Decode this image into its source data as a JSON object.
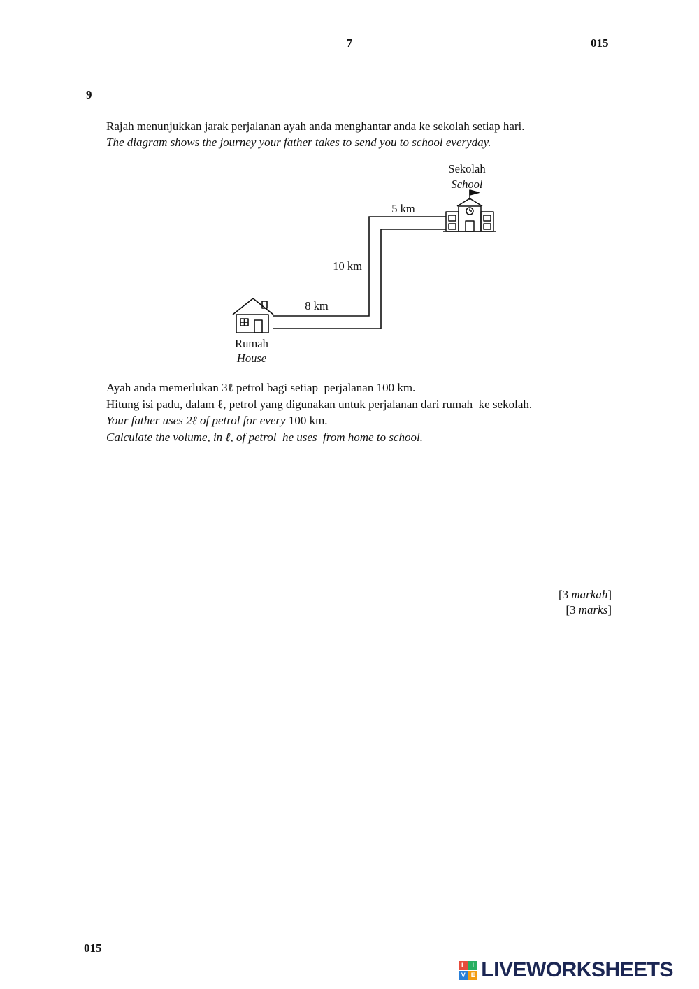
{
  "header": {
    "page_number": "7",
    "paper_code": "015"
  },
  "question": {
    "number": "9",
    "intro_ms": "Rajah menunjukkan jarak perjalanan ayah anda menghantar anda ke sekolah setiap hari.",
    "intro_en": "The diagram shows the journey your father takes to send you to school everyday.",
    "body_ms_line1": "Ayah anda memerlukan 3ℓ petrol bagi setiap  perjalanan 100 km.",
    "body_ms_line2": "Hitung isi padu, dalam ℓ, petrol yang digunakan untuk perjalanan dari rumah  ke sekolah.",
    "body_en_line1_italic": "Your father uses 2ℓ of petrol for every ",
    "body_en_line1_plain": "100 km.",
    "body_en_line2": "Calculate the volume, in ℓ, of petrol  he uses  from home to school.",
    "marks": {
      "ms_pre": "[3 ",
      "ms_word": "markah",
      "ms_post": "]",
      "en_pre": "[3 ",
      "en_word": "marks",
      "en_post": "]"
    }
  },
  "diagram": {
    "school": {
      "label_ms": "Sekolah",
      "label_en": "School"
    },
    "house": {
      "label_ms": "Rumah",
      "label_en": "House"
    },
    "distances": {
      "top_segment": "5 km",
      "vertical_segment": "10 km",
      "bottom_segment": "8 km"
    }
  },
  "footer": {
    "paper_code": "015",
    "brand": "LIVEWORKSHEETS",
    "brand_color": "#1b2653",
    "logo_squares": [
      {
        "letter": "L",
        "color": "#e74c3c"
      },
      {
        "letter": "I",
        "color": "#27ae60"
      },
      {
        "letter": "V",
        "color": "#2980d9"
      },
      {
        "letter": "E",
        "color": "#f39c12"
      }
    ]
  }
}
